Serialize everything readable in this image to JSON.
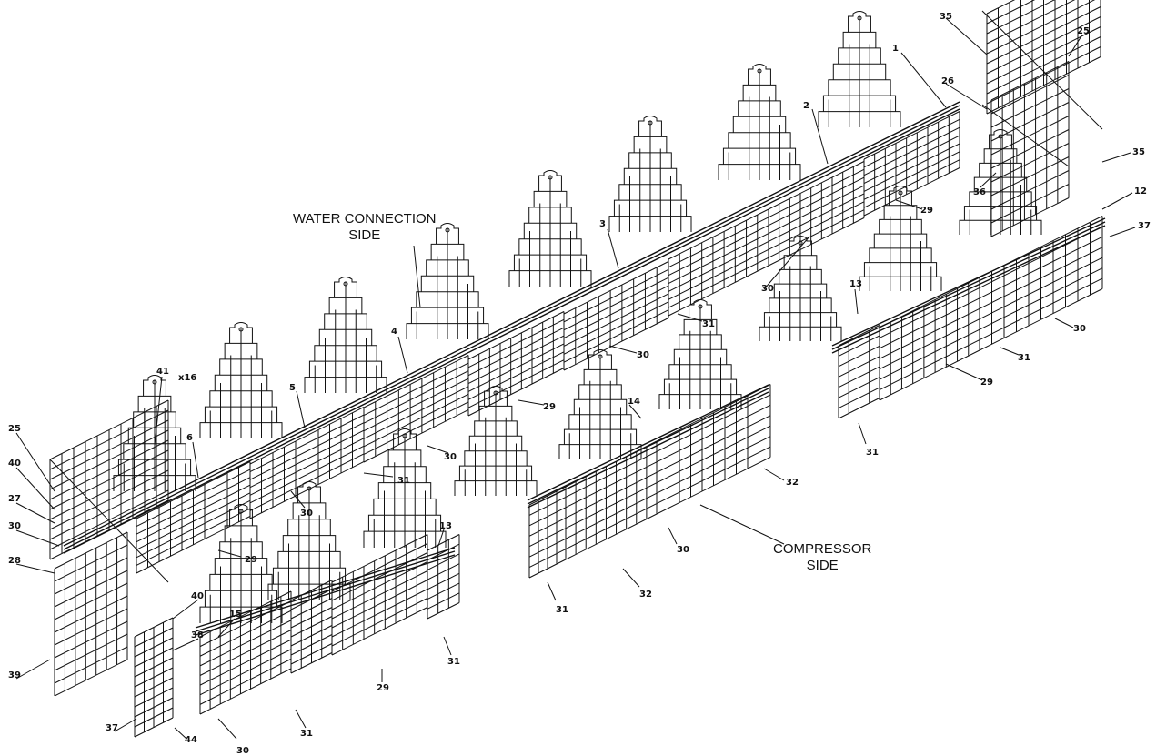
{
  "side_labels": {
    "water_line1": "WATER CONNECTION",
    "water_line2": "SIDE",
    "compressor_line1": "COMPRESSOR",
    "compressor_line2": "SIDE"
  },
  "callouts": [
    {
      "id": "c1",
      "text": "1"
    },
    {
      "id": "c2",
      "text": "2"
    },
    {
      "id": "c3",
      "text": "3"
    },
    {
      "id": "c4",
      "text": "4"
    },
    {
      "id": "c5",
      "text": "5"
    },
    {
      "id": "c6",
      "text": "6"
    },
    {
      "id": "c41",
      "text": "41"
    },
    {
      "id": "cx16",
      "text": "x16"
    },
    {
      "id": "c25a",
      "text": "25"
    },
    {
      "id": "c40a",
      "text": "40"
    },
    {
      "id": "c27",
      "text": "27"
    },
    {
      "id": "c30a",
      "text": "30"
    },
    {
      "id": "c28",
      "text": "28"
    },
    {
      "id": "c40b",
      "text": "40"
    },
    {
      "id": "c38",
      "text": "38"
    },
    {
      "id": "c39",
      "text": "39"
    },
    {
      "id": "c37a",
      "text": "37"
    },
    {
      "id": "c44",
      "text": "44"
    },
    {
      "id": "c30b",
      "text": "30"
    },
    {
      "id": "c15",
      "text": "15"
    },
    {
      "id": "c31a",
      "text": "31"
    },
    {
      "id": "c29a",
      "text": "29"
    },
    {
      "id": "c13a",
      "text": "13"
    },
    {
      "id": "c31b",
      "text": "31"
    },
    {
      "id": "c29b",
      "text": "29"
    },
    {
      "id": "c30c",
      "text": "30"
    },
    {
      "id": "c31c",
      "text": "31"
    },
    {
      "id": "c30d",
      "text": "30"
    },
    {
      "id": "c29c",
      "text": "29"
    },
    {
      "id": "c30e",
      "text": "30"
    },
    {
      "id": "c31d",
      "text": "31"
    },
    {
      "id": "c30f",
      "text": "30"
    },
    {
      "id": "c29d",
      "text": "29"
    },
    {
      "id": "c35a",
      "text": "35"
    },
    {
      "id": "c25b",
      "text": "25"
    },
    {
      "id": "c26",
      "text": "26"
    },
    {
      "id": "c35b",
      "text": "35"
    },
    {
      "id": "c36",
      "text": "36"
    },
    {
      "id": "c12",
      "text": "12"
    },
    {
      "id": "c37b",
      "text": "37"
    },
    {
      "id": "c13b",
      "text": "13"
    },
    {
      "id": "c30g",
      "text": "30"
    },
    {
      "id": "c31e",
      "text": "31"
    },
    {
      "id": "c29e",
      "text": "29"
    },
    {
      "id": "c31f",
      "text": "31"
    },
    {
      "id": "c14",
      "text": "14"
    },
    {
      "id": "c32a",
      "text": "32"
    },
    {
      "id": "c30h",
      "text": "30"
    },
    {
      "id": "c32b",
      "text": "32"
    },
    {
      "id": "c31g",
      "text": "31"
    }
  ]
}
